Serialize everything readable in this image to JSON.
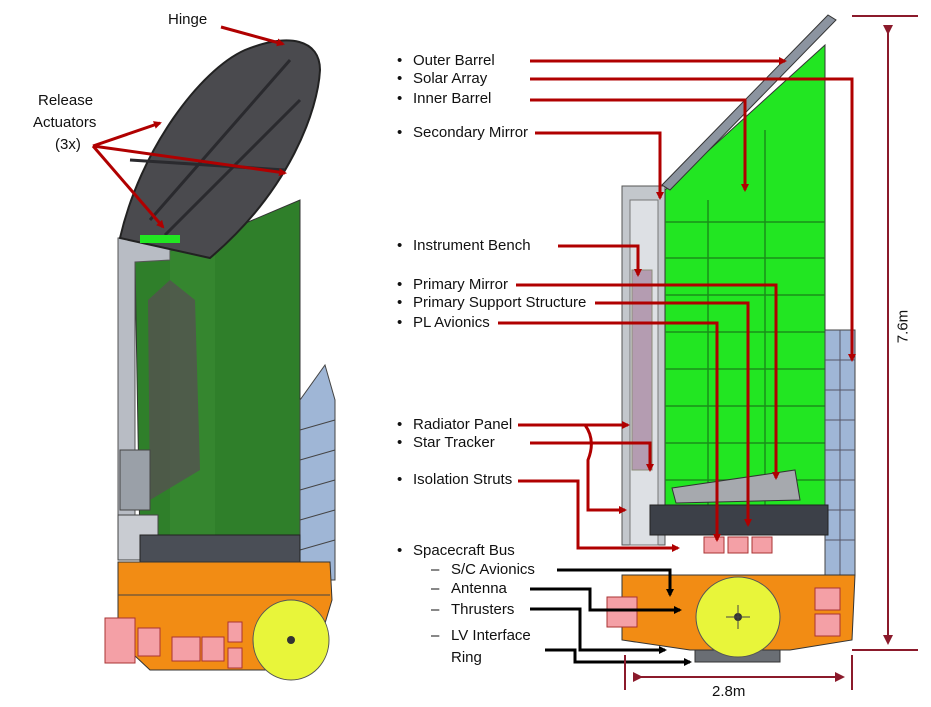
{
  "left_labels": {
    "hinge": "Hinge",
    "release_line1": "Release",
    "release_line2": "Actuators",
    "release_line3": "(3x)"
  },
  "components": [
    "Outer Barrel",
    "Solar Array",
    "Inner Barrel",
    "Secondary Mirror",
    "Instrument Bench",
    "Primary Mirror",
    "Primary Support Structure",
    "PL Avionics",
    "Radiator Panel",
    "Star Tracker",
    "Isolation Struts",
    "Spacecraft Bus"
  ],
  "bus_subcomponents": [
    "S/C Avionics",
    "Antenna",
    "Thrusters",
    "LV Interface",
    "Ring"
  ],
  "dimensions": {
    "height": "7.6m",
    "width": "2.8m"
  },
  "colors": {
    "leader_red": "#b00000",
    "leader_black": "#000000",
    "dimension": "#8b1a2b",
    "green_bright": "#22e622",
    "green_dark": "#2e7d32",
    "bus_orange": "#f28c14",
    "pink_box": "#f4a0a6",
    "dish_yellow": "#e8f53a",
    "solar_blue": "#9fb6d6"
  }
}
